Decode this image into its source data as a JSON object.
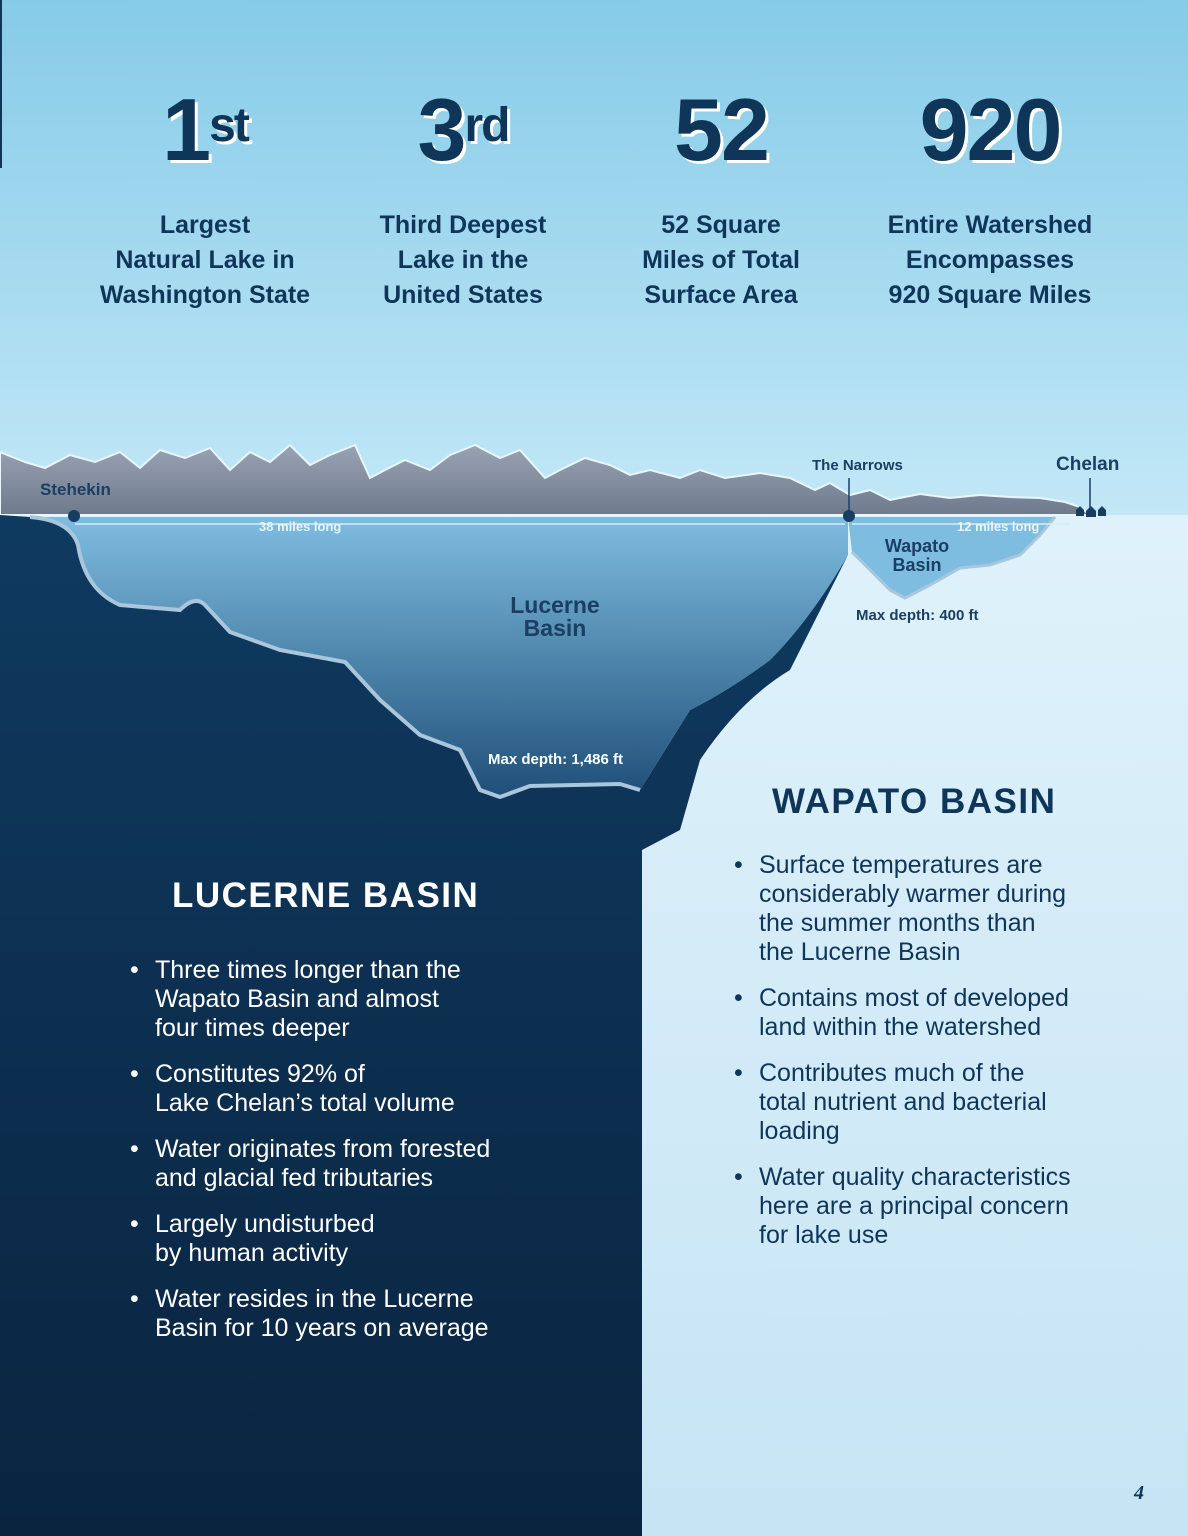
{
  "stats": [
    {
      "number": "1",
      "suffix": "st",
      "label_lines": [
        "Largest",
        "Natural Lake in",
        "Washington State"
      ]
    },
    {
      "number": "3",
      "suffix": "rd",
      "label_lines": [
        "Third Deepest",
        "Lake in the",
        "United States"
      ]
    },
    {
      "number": "52",
      "suffix": "",
      "label_lines": [
        "52 Square",
        "Miles of Total",
        "Surface Area"
      ]
    },
    {
      "number": "920",
      "suffix": "",
      "label_lines": [
        "Entire Watershed",
        "Encompasses",
        "920 Square Miles"
      ]
    }
  ],
  "diagram": {
    "stehekin": "Stehekin",
    "narrows": "The Narrows",
    "chelan": "Chelan",
    "lucerne_length": "38 miles long",
    "wapato_length": "12 miles long",
    "lucerne_label_lines": [
      "Lucerne",
      "Basin"
    ],
    "wapato_label_lines": [
      "Wapato",
      "Basin"
    ],
    "lucerne_depth": "Max depth: 1,486 ft",
    "wapato_depth": "Max depth: 400 ft"
  },
  "lucerne": {
    "heading": "LUCERNE BASIN",
    "bullets": [
      [
        "Three times longer than the",
        "Wapato Basin and almost",
        "four times deeper"
      ],
      [
        "Constitutes 92% of",
        "Lake Chelan’s total volume"
      ],
      [
        "Water originates from forested",
        "and glacial fed tributaries"
      ],
      [
        "Largely undisturbed",
        "by human activity"
      ],
      [
        "Water resides in the Lucerne",
        "Basin for 10 years on average"
      ]
    ]
  },
  "wapato": {
    "heading": "WAPATO BASIN",
    "bullets": [
      [
        "Surface temperatures are",
        "considerably warmer during",
        "the summer months than",
        "the Lucerne Basin"
      ],
      [
        "Contains most of developed",
        "land within the watershed"
      ],
      [
        "Contributes much of the",
        "total nutrient and bacterial",
        "loading"
      ],
      [
        "Water quality characteristics",
        "here are a principal concern",
        "for lake use"
      ]
    ]
  },
  "page_number": "4",
  "colors": {
    "navy": "#0f3558",
    "sky_top": "#86cbe8",
    "light_panel": "#d8eefa"
  }
}
